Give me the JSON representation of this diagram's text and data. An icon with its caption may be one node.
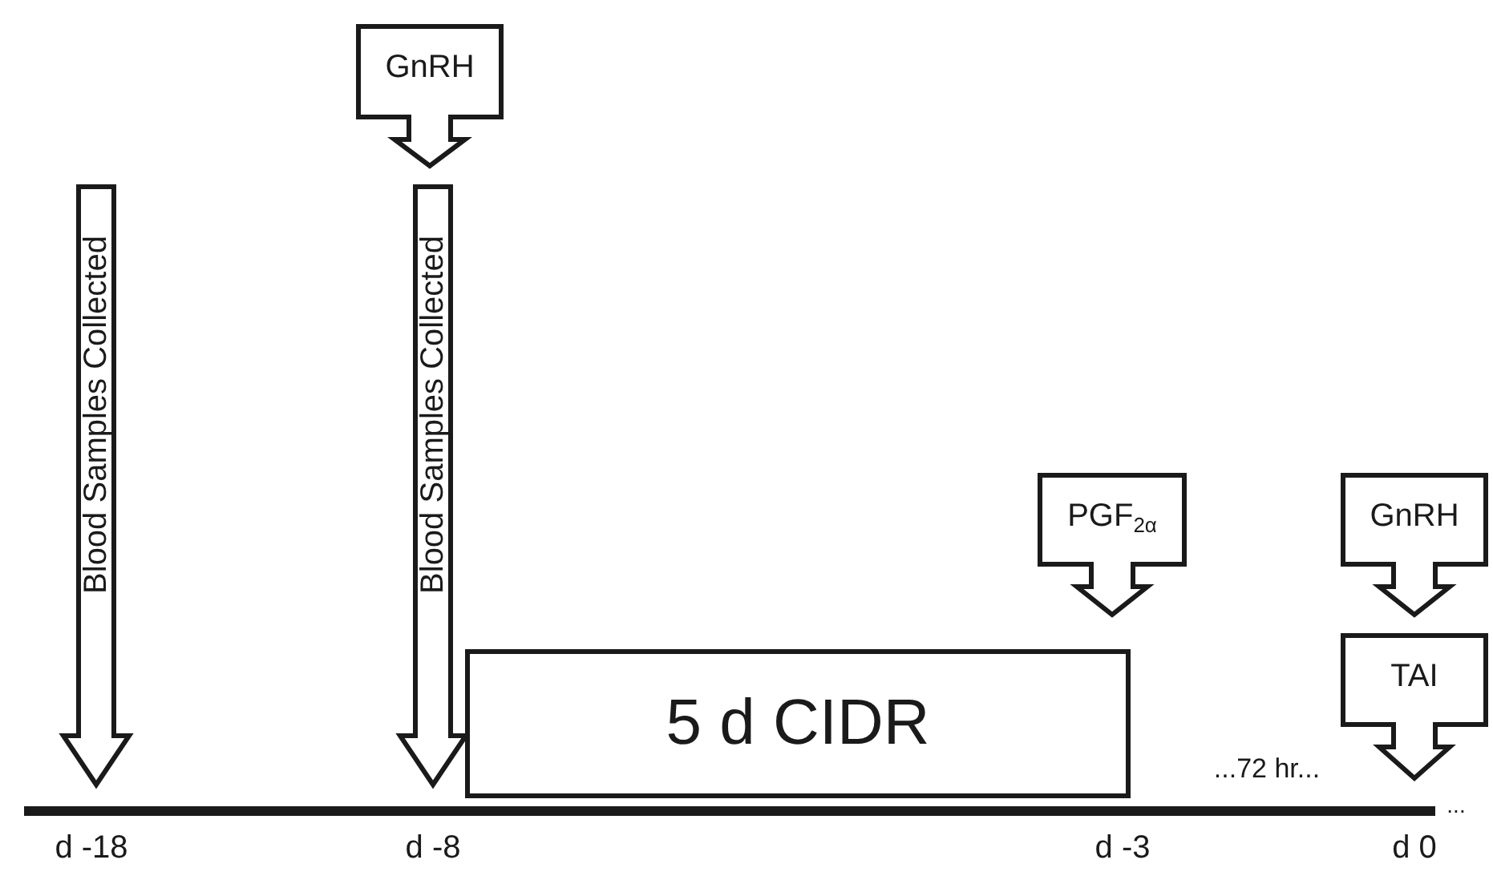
{
  "diagram": {
    "nodes": [
      {
        "text": [
          "Blood Samples Collected"
        ]
      },
      {
        "text": [
          "GnRH"
        ]
      },
      {
        "text": [
          "Blood Samples Collected"
        ]
      },
      {
        "text": [
          "5 d CIDR"
        ]
      },
      {
        "text": [
          "PGF$_{2α}$"
        ]
      },
      {
        "text": [
          "GnRH"
        ]
      },
      {
        "text": [
          "TAI"
        ]
      }
    ],
    "labels": [
      "...72 hr...",
      "...",
      "d -18",
      "d -8",
      "d -3",
      "d 0"
    ]
  }
}
